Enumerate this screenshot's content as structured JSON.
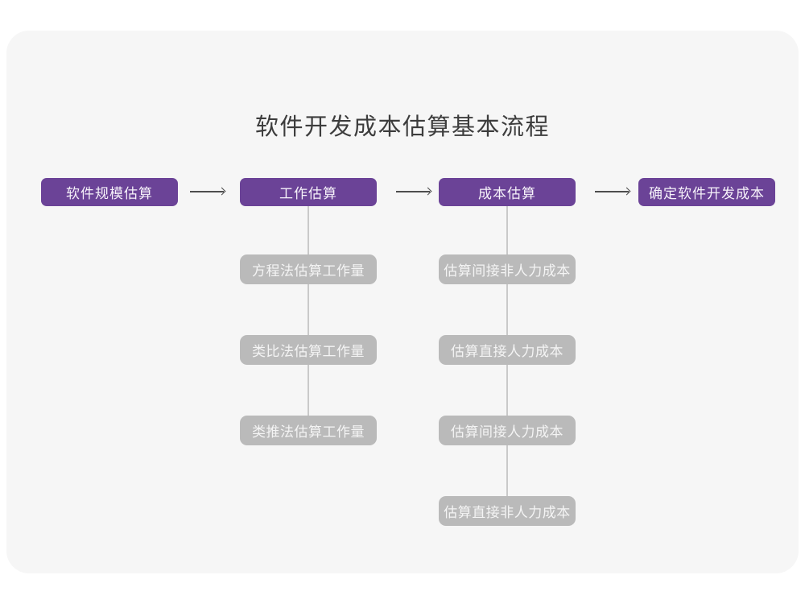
{
  "title": "软件开发成本估算基本流程",
  "colors": {
    "canvas_bg": "#ffffff",
    "card_bg": "#f6f6f6",
    "title_text": "#3d3d3d",
    "primary_box_bg": "#6b4397",
    "primary_box_text": "#f6f2fa",
    "sub_box_bg": "#bababa",
    "sub_box_text": "#f4f4f4",
    "arrow": "#4d4d4d",
    "connector": "#c9c9c9"
  },
  "flow": {
    "steps": [
      {
        "label": "软件规模估算",
        "sub_steps": []
      },
      {
        "label": "工作估算",
        "sub_steps": [
          "方程法估算工作量",
          "类比法估算工作量",
          "类推法估算工作量"
        ]
      },
      {
        "label": "成本估算",
        "sub_steps": [
          "估算间接非人力成本",
          "估算直接人力成本",
          "估算间接人力成本",
          "估算直接非人力成本"
        ]
      },
      {
        "label": "确定软件开发成本",
        "sub_steps": []
      }
    ]
  }
}
